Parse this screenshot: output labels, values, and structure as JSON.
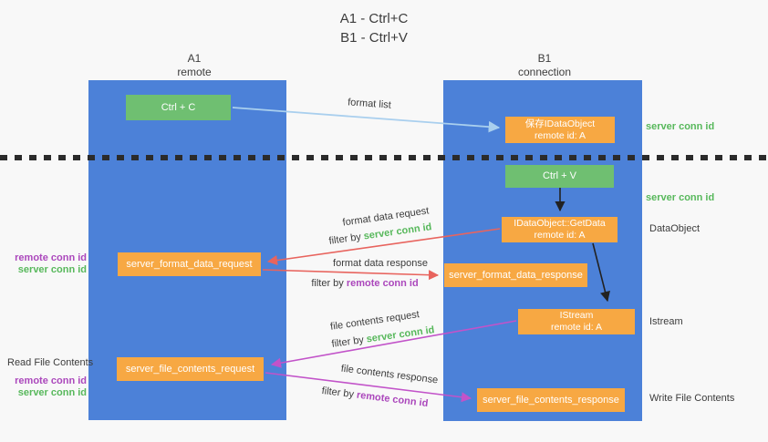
{
  "title": {
    "line1": "A1 - Ctrl+C",
    "line2": "B1 - Ctrl+V"
  },
  "lanes": {
    "a": {
      "title": "A1",
      "subtitle": "remote"
    },
    "b": {
      "title": "B1",
      "subtitle": "connection"
    }
  },
  "nodes": {
    "ctrl_c": {
      "label": "Ctrl + C"
    },
    "ctrl_v": {
      "label": "Ctrl + V"
    },
    "save_dataobject": {
      "line1": "保存IDataObject",
      "line2": "remote id: A"
    },
    "getdata": {
      "line1": "IDataObject::GetData",
      "line2": "remote id: A"
    },
    "istream": {
      "line1": "IStream",
      "line2": "remote id: A"
    },
    "format_request": {
      "label": "server_format_data_request"
    },
    "format_response": {
      "label": "server_format_data_response"
    },
    "file_request": {
      "label": "server_file_contents_request"
    },
    "file_response": {
      "label": "server_file_contents_response"
    }
  },
  "edges": {
    "format_list": "format list",
    "format_data_request": "format data request",
    "format_data_response": "format data response",
    "file_contents_request": "file contents request",
    "file_contents_response": "file contents response",
    "filter_by": "filter by ",
    "server_conn_id": "server conn id",
    "remote_conn_id": "remote conn id"
  },
  "annotations": {
    "server_conn_id_top": "server conn id",
    "server_conn_id_mid": "server conn id",
    "dataobject": "DataObject",
    "istream": "Istream",
    "write_file_contents": "Write File Contents",
    "read_file_contents": "Read File Contents",
    "remote_conn_id_left1": "remote conn id",
    "server_conn_id_left1": "server conn id",
    "remote_conn_id_left2": "remote conn id",
    "server_conn_id_left2": "server conn id"
  },
  "colors": {
    "lane_blue": "#4c81d8",
    "node_orange": "#f7a843",
    "node_green": "#6fbf71",
    "arrow_red": "#e8645e",
    "arrow_magenta": "#c253c9",
    "arrow_light_blue": "#a9cfee",
    "arrow_black": "#222222",
    "text_green": "#57b85b",
    "text_purple": "#ab47bc",
    "text_dark": "#3b3b3b",
    "background": "#f8f8f8"
  }
}
